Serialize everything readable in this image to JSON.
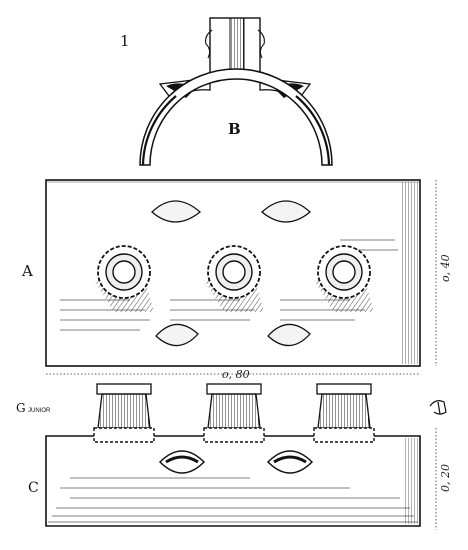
{
  "figure": {
    "number": "1",
    "labels": {
      "b": "B",
      "a": "A",
      "c": "C",
      "g": "G",
      "g_sub": "JUNIOR"
    },
    "dimensions": {
      "width_a": "o, 80",
      "height_a": "o, 40",
      "height_c": "0, 20"
    },
    "colors": {
      "ink": "#111111",
      "paper": "#ffffff"
    }
  }
}
